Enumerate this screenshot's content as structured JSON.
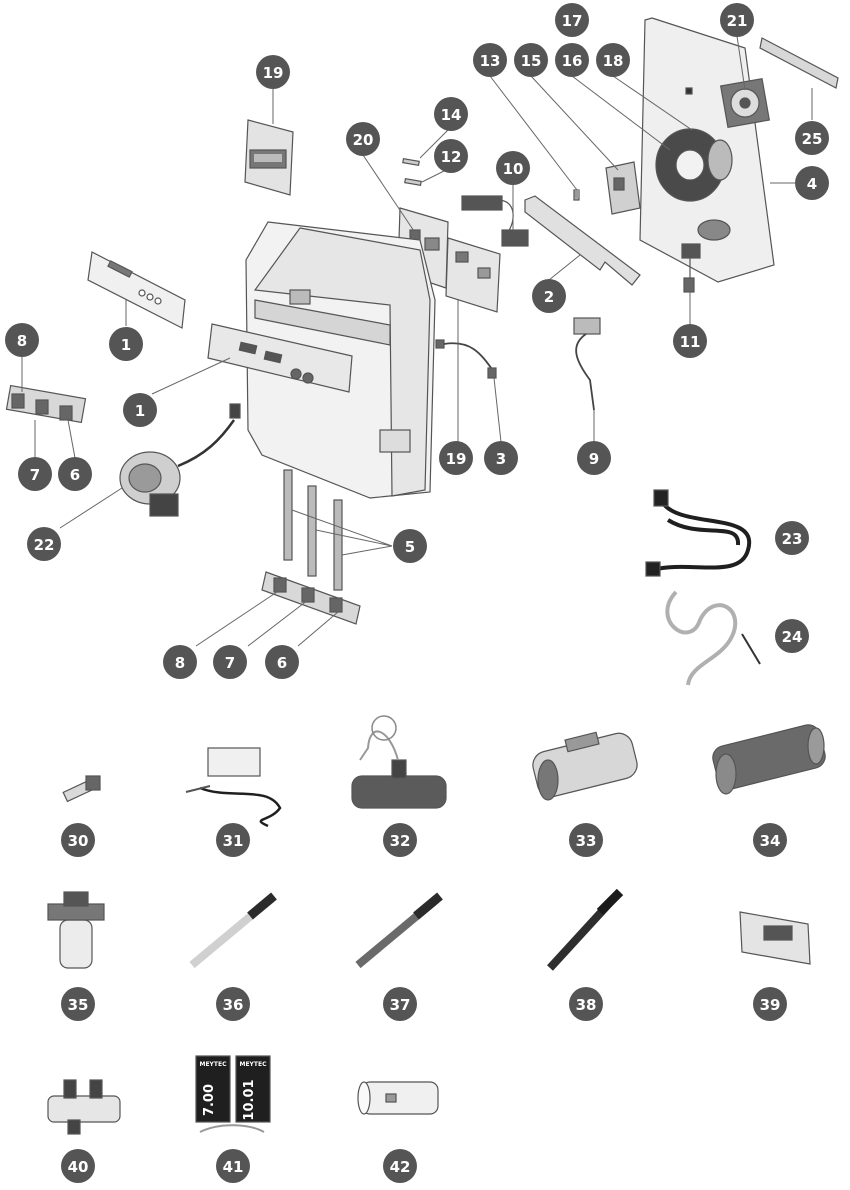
{
  "diagram": {
    "callouts": [
      {
        "id": "c1a",
        "label": "1"
      },
      {
        "id": "c1b",
        "label": "1"
      },
      {
        "id": "c2",
        "label": "2"
      },
      {
        "id": "c3",
        "label": "3"
      },
      {
        "id": "c4",
        "label": "4"
      },
      {
        "id": "c5",
        "label": "5"
      },
      {
        "id": "c6a",
        "label": "6"
      },
      {
        "id": "c6b",
        "label": "6"
      },
      {
        "id": "c7a",
        "label": "7"
      },
      {
        "id": "c7b",
        "label": "7"
      },
      {
        "id": "c8a",
        "label": "8"
      },
      {
        "id": "c8b",
        "label": "8"
      },
      {
        "id": "c9",
        "label": "9"
      },
      {
        "id": "c10",
        "label": "10"
      },
      {
        "id": "c11",
        "label": "11"
      },
      {
        "id": "c12",
        "label": "12"
      },
      {
        "id": "c13",
        "label": "13"
      },
      {
        "id": "c14",
        "label": "14"
      },
      {
        "id": "c15",
        "label": "15"
      },
      {
        "id": "c16",
        "label": "16"
      },
      {
        "id": "c17",
        "label": "17"
      },
      {
        "id": "c18",
        "label": "18"
      },
      {
        "id": "c19a",
        "label": "19"
      },
      {
        "id": "c19b",
        "label": "19"
      },
      {
        "id": "c20",
        "label": "20"
      },
      {
        "id": "c21",
        "label": "21"
      },
      {
        "id": "c22",
        "label": "22"
      },
      {
        "id": "c23",
        "label": "23"
      },
      {
        "id": "c24",
        "label": "24"
      },
      {
        "id": "c25",
        "label": "25"
      },
      {
        "id": "c30",
        "label": "30"
      },
      {
        "id": "c31",
        "label": "31"
      },
      {
        "id": "c32",
        "label": "32"
      },
      {
        "id": "c33",
        "label": "33"
      },
      {
        "id": "c34",
        "label": "34"
      },
      {
        "id": "c35",
        "label": "35"
      },
      {
        "id": "c36",
        "label": "36"
      },
      {
        "id": "c37",
        "label": "37"
      },
      {
        "id": "c38",
        "label": "38"
      },
      {
        "id": "c39",
        "label": "39"
      },
      {
        "id": "c40",
        "label": "40"
      },
      {
        "id": "c41",
        "label": "41"
      },
      {
        "id": "c42",
        "label": "42"
      }
    ],
    "packets": {
      "brand": "MEYTEC",
      "left_value": "7.00",
      "right_value": "10.01"
    },
    "colors": {
      "badge": "#555555",
      "line": "#666666",
      "part_light": "#e6e6e6",
      "part_mid": "#bdbdbd",
      "part_dark": "#5a5a5a",
      "cable": "#2b2b2b"
    }
  }
}
